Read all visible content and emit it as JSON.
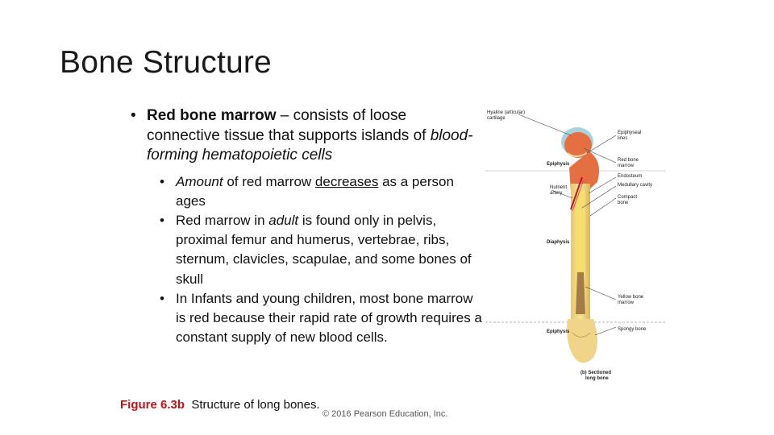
{
  "title": "Bone Structure",
  "bullet1": {
    "bold": "Red bone marrow",
    "text": " – consists of loose connective tissue that supports islands of ",
    "italic": "blood-forming hematopoietic cells"
  },
  "sub1": {
    "italic": "Amount",
    "t1": " of red marrow ",
    "underlined": "decreases",
    "t2": " as a person ages"
  },
  "sub2": {
    "t1": "Red marrow in ",
    "italic": "adult",
    "t2": " is found only in pelvis, proximal femur and humerus, vertebrae, ribs, sternum, clavicles, scapulae, and some bones of skull"
  },
  "sub3": {
    "text": "In Infants and young children, most bone marrow is red because their rapid rate of growth requires a constant supply of new blood cells."
  },
  "caption": {
    "figure": "Figure 6.3b",
    "text": "Structure of long bones."
  },
  "copyright": "© 2016 Pearson Education, Inc.",
  "figure_labels": {
    "hyaline": [
      "Hyaline (articular)",
      "cartilage"
    ],
    "epiphyseal": [
      "Epiphyseal",
      "lines"
    ],
    "red_marrow": [
      "Red bone",
      "marrow"
    ],
    "epiphysis_top": "Epiphysis",
    "endosteum": "Endosteum",
    "medullary": "Medullary cavity",
    "nutrient": [
      "Nutrient",
      "artery"
    ],
    "compact": [
      "Compact",
      "bone"
    ],
    "diaphysis": "Diaphysis",
    "yellow": [
      "Yellow bone",
      "marrow"
    ],
    "epiphysis_bottom": "Epiphysis",
    "spongy": "Spongy bone",
    "sectioned": [
      "(b) Sectioned",
      "long bone"
    ]
  }
}
